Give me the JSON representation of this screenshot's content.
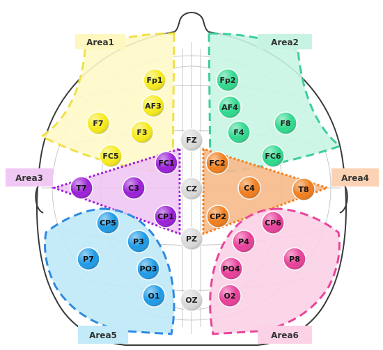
{
  "areas": [
    {
      "label": "Area1",
      "fill": "#fff9c9",
      "stroke": "#f0e048",
      "label_fill": "#fff7c0"
    },
    {
      "label": "Area2",
      "fill": "#c8f5e3",
      "stroke": "#3ccf9e",
      "label_fill": "#c6f3e2"
    },
    {
      "label": "Area3",
      "fill": "#f0c6f4",
      "stroke": "#a020d8",
      "label_fill": "#f0c8f4"
    },
    {
      "label": "Area4",
      "fill": "#f7b98a",
      "stroke": "#f07e1e",
      "label_fill": "#fbd3b4"
    },
    {
      "label": "Area5",
      "fill": "#bfe9f8",
      "stroke": "#2d8ae0",
      "label_fill": "#c2eaf8"
    },
    {
      "label": "Area6",
      "fill": "#fbd0e6",
      "stroke": "#e8459a",
      "label_fill": "#fbd2e6"
    }
  ],
  "electrodes": [
    {
      "name": "Fp1",
      "color": "#f6ea1c",
      "text": "#222"
    },
    {
      "name": "AF3",
      "color": "#f6ea1c",
      "text": "#222"
    },
    {
      "name": "F7",
      "color": "#f6ea1c",
      "text": "#222"
    },
    {
      "name": "F3",
      "color": "#f6ea1c",
      "text": "#222"
    },
    {
      "name": "FC5",
      "color": "#f6ea1c",
      "text": "#222"
    },
    {
      "name": "Fp2",
      "color": "#2fd98e",
      "text": "#222"
    },
    {
      "name": "AF4",
      "color": "#2fd98e",
      "text": "#222"
    },
    {
      "name": "F8",
      "color": "#2fd98e",
      "text": "#222"
    },
    {
      "name": "F4",
      "color": "#2fd98e",
      "text": "#222"
    },
    {
      "name": "FC6",
      "color": "#2fd98e",
      "text": "#222"
    },
    {
      "name": "FZ",
      "color": "#d9d9d9",
      "text": "#222"
    },
    {
      "name": "CZ",
      "color": "#d9d9d9",
      "text": "#222"
    },
    {
      "name": "PZ",
      "color": "#d9d9d9",
      "text": "#222"
    },
    {
      "name": "OZ",
      "color": "#d9d9d9",
      "text": "#222"
    },
    {
      "name": "FC1",
      "color": "#9a1fd6",
      "text": "#111"
    },
    {
      "name": "T7",
      "color": "#9a1fd6",
      "text": "#111"
    },
    {
      "name": "C3",
      "color": "#9a1fd6",
      "text": "#111"
    },
    {
      "name": "CP1",
      "color": "#9a1fd6",
      "text": "#111"
    },
    {
      "name": "FC2",
      "color": "#f07e1e",
      "text": "#111"
    },
    {
      "name": "C4",
      "color": "#f07e1e",
      "text": "#111"
    },
    {
      "name": "T8",
      "color": "#f07e1e",
      "text": "#111"
    },
    {
      "name": "CP2",
      "color": "#f07e1e",
      "text": "#111"
    },
    {
      "name": "CP5",
      "color": "#1e9ae6",
      "text": "#111"
    },
    {
      "name": "P3",
      "color": "#1e9ae6",
      "text": "#111"
    },
    {
      "name": "P7",
      "color": "#1e9ae6",
      "text": "#111"
    },
    {
      "name": "PO3",
      "color": "#1e9ae6",
      "text": "#111"
    },
    {
      "name": "O1",
      "color": "#1e9ae6",
      "text": "#111"
    },
    {
      "name": "CP6",
      "color": "#e8409a",
      "text": "#111"
    },
    {
      "name": "P4",
      "color": "#e8409a",
      "text": "#111"
    },
    {
      "name": "P8",
      "color": "#e8409a",
      "text": "#111"
    },
    {
      "name": "PO4",
      "color": "#e8409a",
      "text": "#111"
    },
    {
      "name": "O2",
      "color": "#e8409a",
      "text": "#111"
    }
  ]
}
